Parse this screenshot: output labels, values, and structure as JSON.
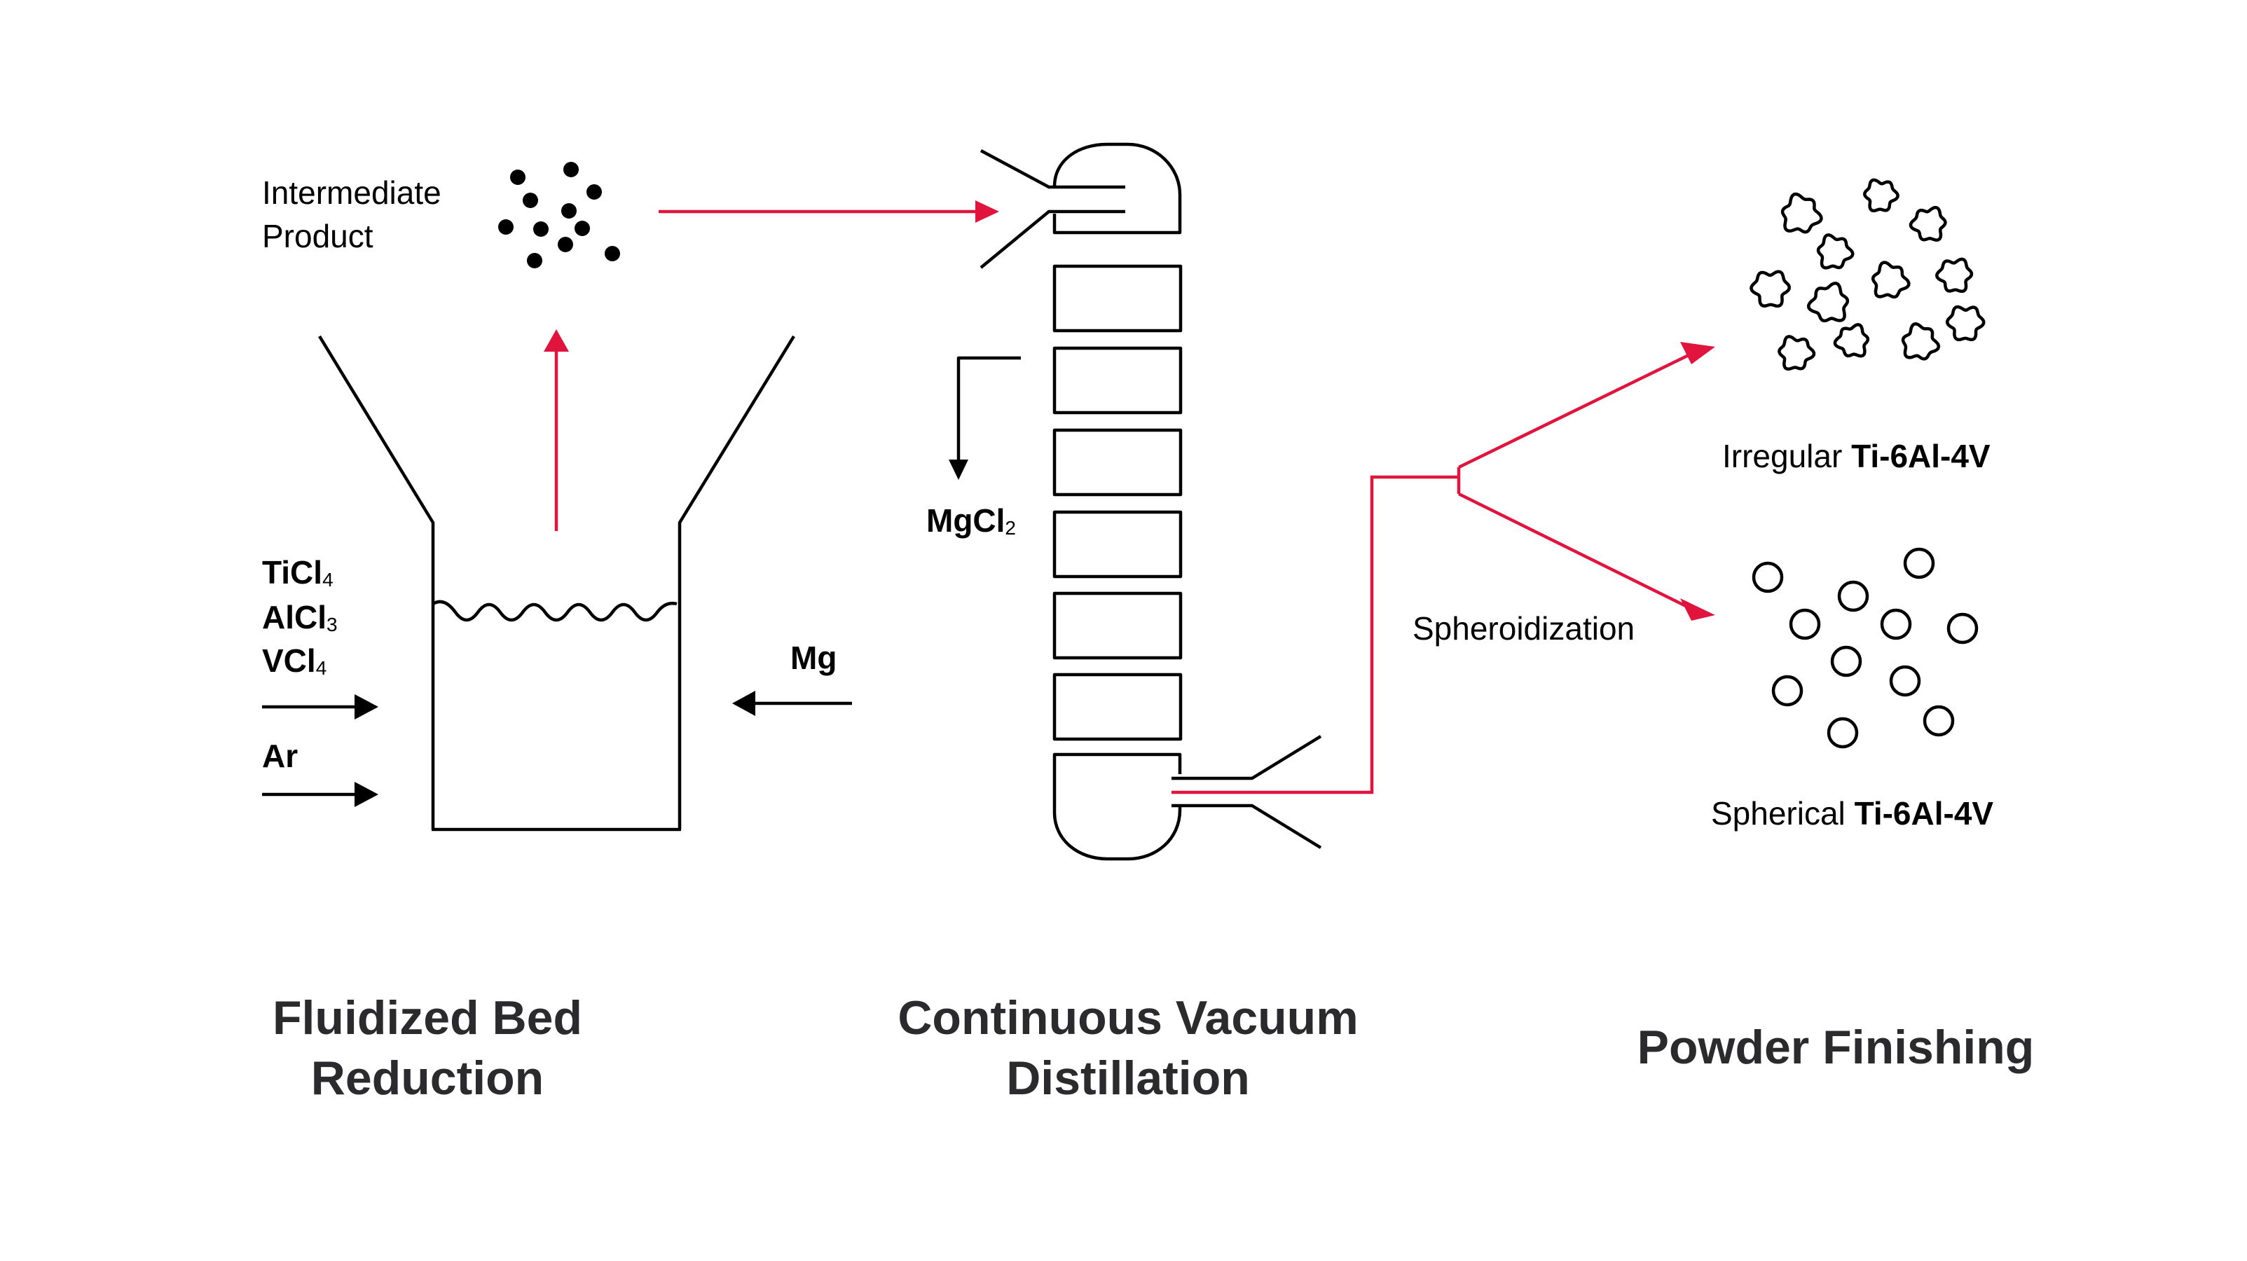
{
  "colors": {
    "accent_red": "#e0143c",
    "line_black": "#000000",
    "title_gray": "#2b2b2d",
    "background": "#ffffff"
  },
  "stages": [
    {
      "id": "fluidized-bed",
      "title_line1": "Fluidized Bed",
      "title_line2": "Reduction"
    },
    {
      "id": "vacuum-distillation",
      "title_line1": "Continuous Vacuum",
      "title_line2": "Distillation"
    },
    {
      "id": "powder-finishing",
      "title_line1": "Powder Finishing"
    }
  ],
  "labels": {
    "intermediate_line1": "Intermediate",
    "intermediate_line2": "Product",
    "inputs": [
      {
        "base": "TiCl",
        "sub": "4"
      },
      {
        "base": "AlCl",
        "sub": "3"
      },
      {
        "base": "VCl",
        "sub": "4"
      }
    ],
    "argon": "Ar",
    "magnesium": "Mg",
    "mgcl2": {
      "base": "MgCl",
      "sub": "2"
    },
    "spheroidization": "Spheroidization",
    "irregular_prefix": "Irregular",
    "spherical_prefix": "Spherical",
    "alloy": "Ti-6Al-4V"
  },
  "icons": {
    "intermediate_particles": "black-dots-cluster",
    "irregular_particles": "wavy-outline-particles",
    "spherical_particles": "circle-outline-particles"
  }
}
